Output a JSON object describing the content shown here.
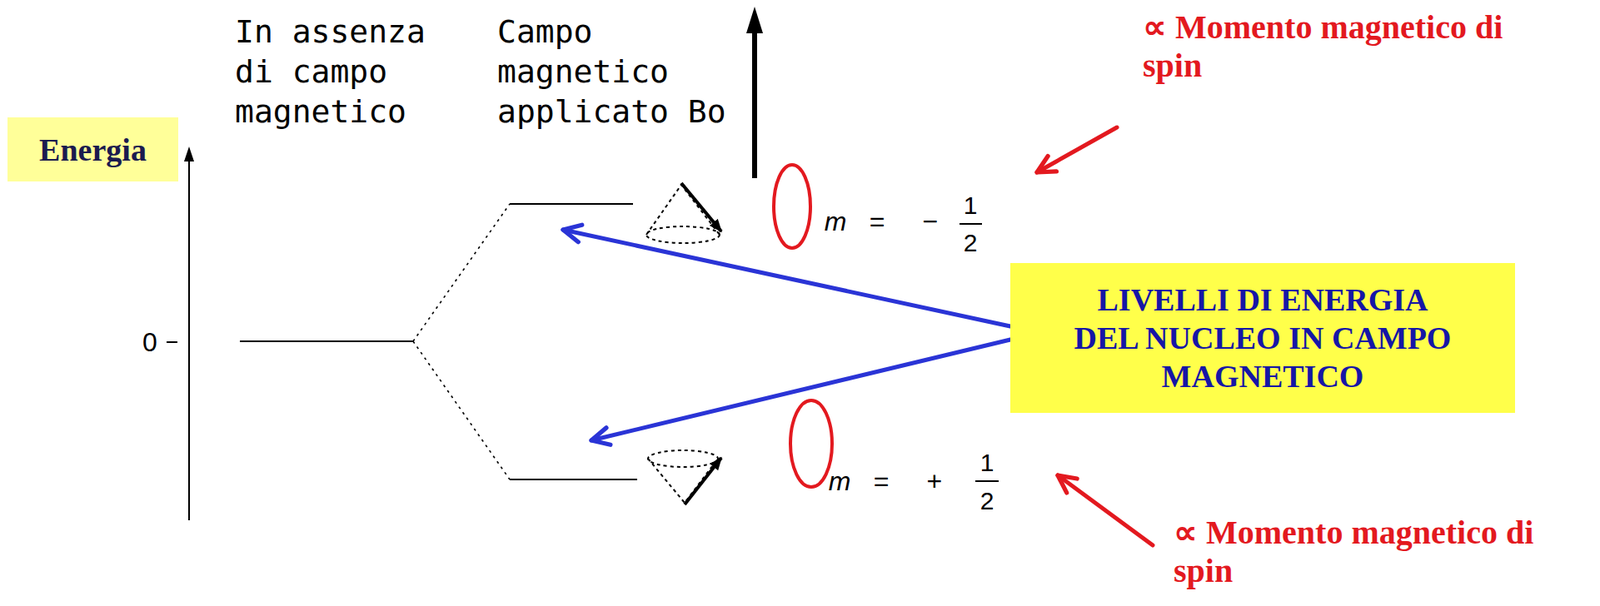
{
  "diagram": {
    "nodes": [
      {
        "text": [
          "Energia"
        ]
      },
      {
        "text": [
          "LIVELLI DI ENERGIA DEL NUCLEO IN CAMPO MAGNETICO"
        ]
      }
    ],
    "labels": [
      "In assenza di campo magnetico",
      "Campo magnetico applicato Bo",
      "0",
      "m",
      "= −",
      "1",
      "2",
      "m",
      "= +",
      "1",
      "2",
      "∝ Momento magnetico di spin",
      "∝ Momento magnetico di spin"
    ]
  }
}
